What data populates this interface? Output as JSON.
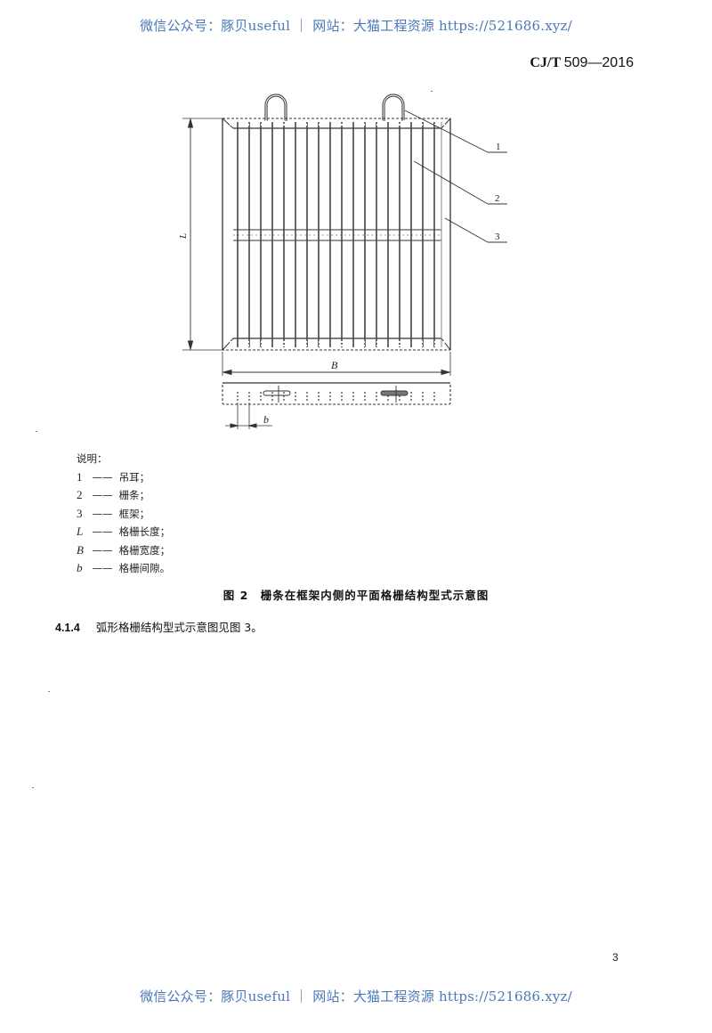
{
  "watermark": {
    "top": "微信公众号：豚贝useful ｜ 网站：大猫工程资源 https://521686.xyz/",
    "bottom": "微信公众号：豚贝useful ｜ 网站：大猫工程资源 https://521686.xyz/",
    "color": "#4a78b8"
  },
  "header": {
    "standard_prefix": "CJ/T ",
    "standard_number": "509—2016"
  },
  "figure": {
    "callouts": [
      "1",
      "2",
      "3"
    ],
    "dimension_labels": {
      "length": "L",
      "width": "B",
      "gap": "b"
    },
    "bar_count": 19
  },
  "legend": {
    "title": "说明：",
    "items": [
      {
        "symbol": "1",
        "italic": false,
        "text": "吊耳；"
      },
      {
        "symbol": "2",
        "italic": false,
        "text": "栅条；"
      },
      {
        "symbol": "3",
        "italic": false,
        "text": "框架；"
      },
      {
        "symbol": "L",
        "italic": true,
        "text": "格栅长度；"
      },
      {
        "symbol": "B",
        "italic": true,
        "text": "格栅宽度；"
      },
      {
        "symbol": "b",
        "italic": true,
        "text": "格栅间隙。"
      }
    ],
    "dash": "——"
  },
  "caption": "图 2　栅条在框架内侧的平面格栅结构型式示意图",
  "clause": {
    "number": "4.1.4",
    "text": "弧形格栅结构型式示意图见图 3。"
  },
  "page_number": "3"
}
